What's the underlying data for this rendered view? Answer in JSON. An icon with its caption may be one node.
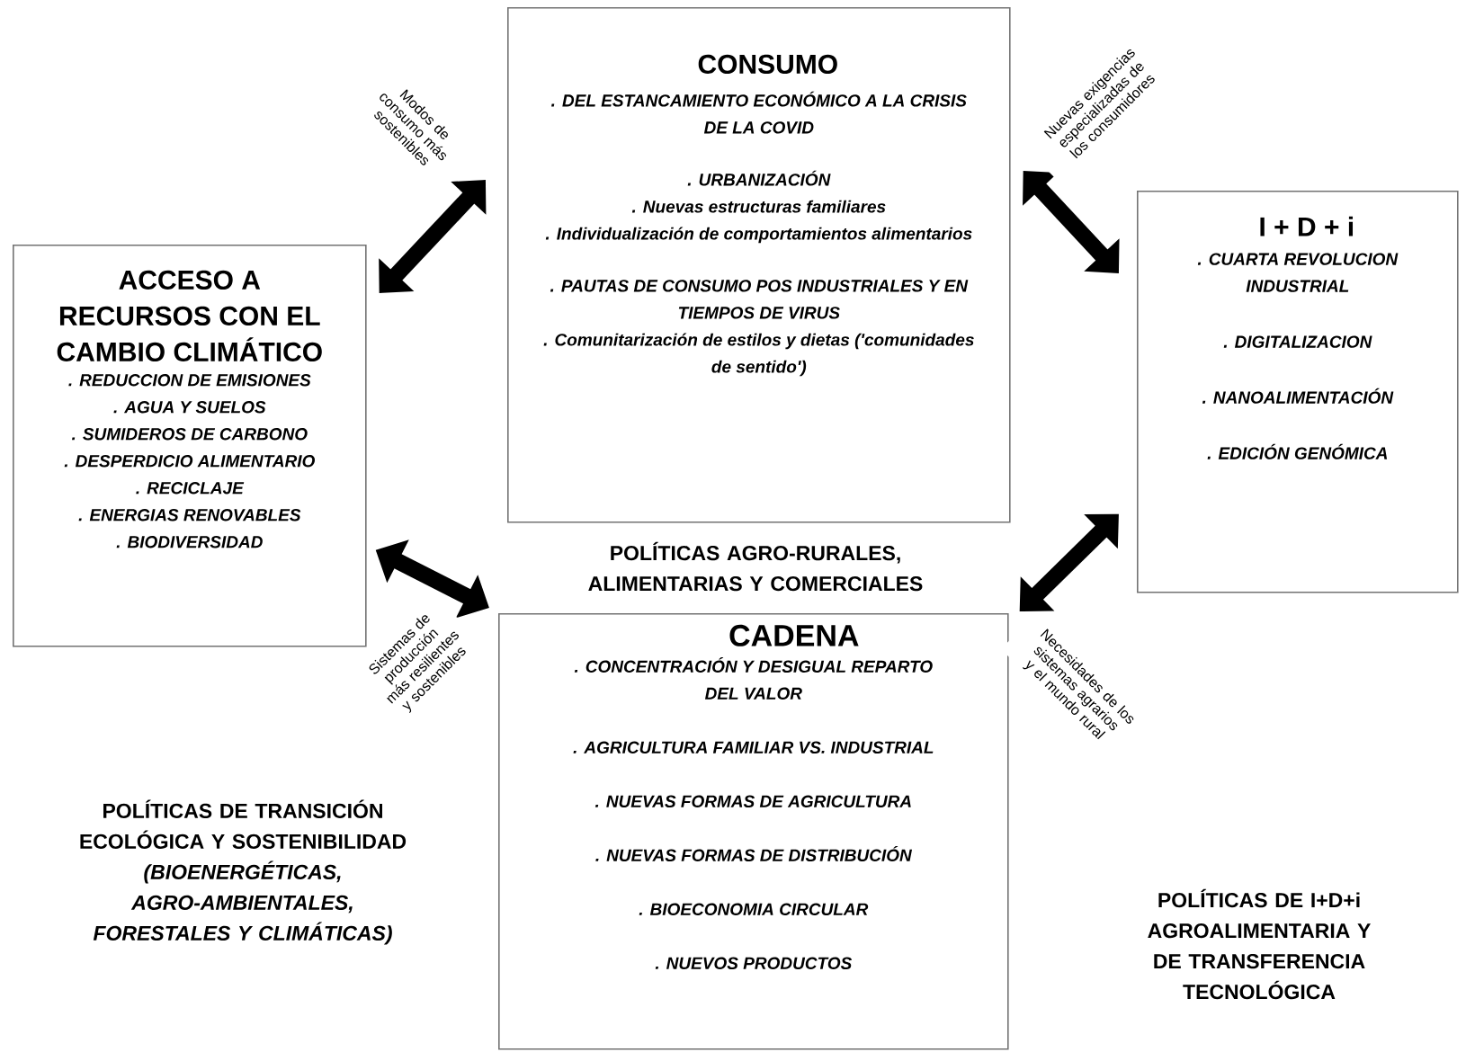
{
  "diagram": {
    "nodes": [
      {
        "text": [
          "CONSUMO",
          ". DEL ESTANCAMIENTO ECONÓMICO A LA CRISIS DE LA COVID",
          ". URBANIZACIÓN",
          ". Nuevas estructuras familiares",
          ". Individualización de comportamientos alimentarios",
          ". PAUTAS DE CONSUMO POS INDUSTRIALES Y EN TIEMPOS DE VIRUS",
          ". Comunitarización de estilos y dietas ('comunidades de sentido')"
        ]
      },
      {
        "text": [
          "ACCESO A RECURSOS CON EL CAMBIO CLIMÁTICO",
          ". REDUCCION DE EMISIONES",
          ". AGUA Y SUELOS",
          ". SUMIDEROS DE CARBONO",
          ". DESPERDICIO ALIMENTARIO",
          ". RECICLAJE",
          ". ENERGIAS RENOVABLES",
          ". BIODIVERSIDAD"
        ]
      },
      {
        "text": [
          "I + D + i",
          ". CUARTA REVOLUCION INDUSTRIAL",
          ". DIGITALIZACION",
          ". NANOALIMENTACIÓN",
          ". EDICIÓN GENÓMICA"
        ]
      },
      {
        "text": [
          "CADENA",
          ". CONCENTRACIÓN Y DESIGUAL REPARTO DEL VALOR",
          ". AGRICULTURA FAMILIAR VS. INDUSTRIAL",
          ". NUEVAS FORMAS DE AGRICULTURA",
          ". NUEVAS FORMAS DE DISTRIBUCIÓN",
          ". BIOECONOMIA CIRCULAR",
          ". NUEVOS PRODUCTOS"
        ]
      }
    ],
    "edges": [
      {
        "from": 1,
        "to": 0,
        "arrow": "both",
        "label": "Modos de consumo más sostenibles"
      },
      {
        "from": 0,
        "to": 2,
        "arrow": "both",
        "label": "Nuevas exigencias especializadas de los consumidores"
      },
      {
        "from": 1,
        "to": 3,
        "arrow": "both",
        "label": "Sistemas de producción más resilientes y sostenibles"
      },
      {
        "from": 3,
        "to": 2,
        "arrow": "both",
        "label": "Necesidades de los sistemas agrarios y el mundo rural"
      }
    ],
    "labels": [
      "POLÍTICAS AGRO-RURALES, ALIMENTARIAS Y COMERCIALES",
      "POLÍTICAS DE TRANSICIÓN ECOLÓGICA Y SOSTENIBILIDAD *(BIOENERGÉTICAS, AGRO-AMBIENTALES, FORESTALES Y CLIMÁTICAS)*",
      "POLÍTICAS DE I+D+i AGROALIMENTARIA Y DE TRANSFERENCIA TECNOLÓGICA"
    ]
  }
}
